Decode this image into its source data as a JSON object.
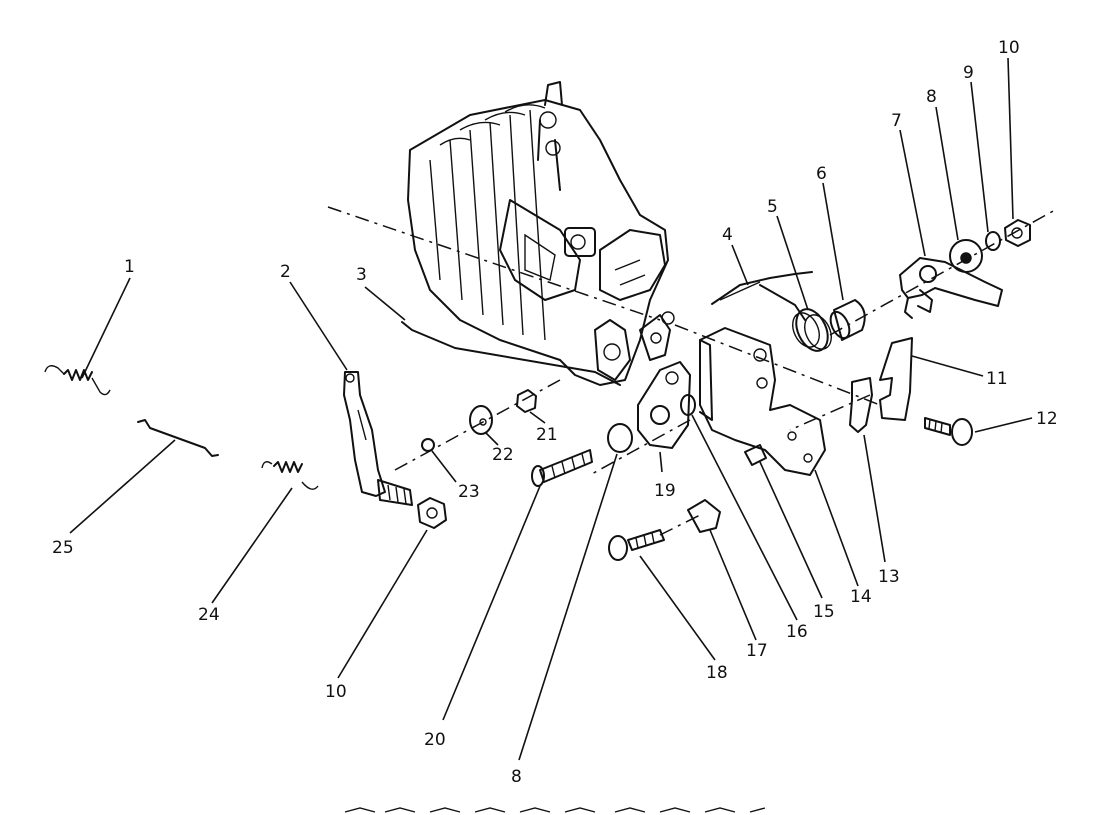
{
  "diagram": {
    "callouts": {
      "c1": "1",
      "c2": "2",
      "c3": "3",
      "c4": "4",
      "c5": "5",
      "c6": "6",
      "c7": "7",
      "c8_top": "8",
      "c9": "9",
      "c10_top": "10",
      "c11": "11",
      "c12": "12",
      "c13": "13",
      "c14": "14",
      "c15": "15",
      "c16": "16",
      "c17": "17",
      "c18": "18",
      "c19": "19",
      "c20": "20",
      "c21": "21",
      "c22": "22",
      "c23": "23",
      "c24": "24",
      "c25": "25",
      "c10_bottom": "10",
      "c8_bottom": "8"
    }
  }
}
